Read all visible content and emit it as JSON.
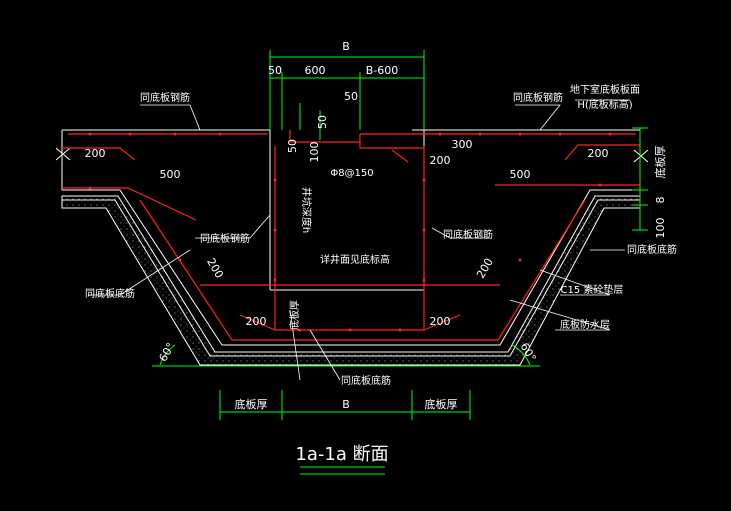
{
  "colors": {
    "background": "#000000",
    "dimension": "#00ff00",
    "rebar": "#ff2020",
    "label": "#ffffff",
    "outline": "#ffffff",
    "hatch": "#aaaaaa"
  },
  "dimensions": {
    "B_top": "B",
    "d50_left": "50",
    "d600": "600",
    "dB600": "B-600",
    "d50_upper": "50",
    "d50_right": "50",
    "d100": "100",
    "d50_side": "50",
    "right_thk": "底板厚",
    "right_100": "100",
    "right_8": "8",
    "bottom_left": "底板厚",
    "bottom_B": "B",
    "bottom_right": "底板厚"
  },
  "labels": {
    "tie_bar": "Φ8@150",
    "top_rebar_left": "同底板钢筋",
    "top_rebar_right": "同底板钢筋",
    "slab_top": "地下室底板板面",
    "slab_h": "H(底板标高)",
    "side_rebar_left": "同底板钢筋",
    "side_rebar_right": "同底板钢筋",
    "bottom_rebar_left": "同底板底筋",
    "bottom_rebar_right": "同底板底筋",
    "bottom_rebar_center": "同底板底筋",
    "pit_depth": "井坑深度h",
    "pit_bottom_level": "详井面见底标高",
    "slab_thk_center": "底板厚",
    "cushion": "C15 素砼垫层",
    "waterproof": "底板防水层"
  },
  "lengths": {
    "a200_tl": "200",
    "a500_l": "500",
    "a200_tr": "200",
    "a500_r": "500",
    "a300": "300",
    "a200_inner": "200",
    "a200_sl": "200",
    "a200_sr": "200",
    "a200_bl": "200",
    "a200_br": "200"
  },
  "angles": {
    "left": "60°",
    "right": "60°"
  },
  "title": "1a-1a 断面"
}
